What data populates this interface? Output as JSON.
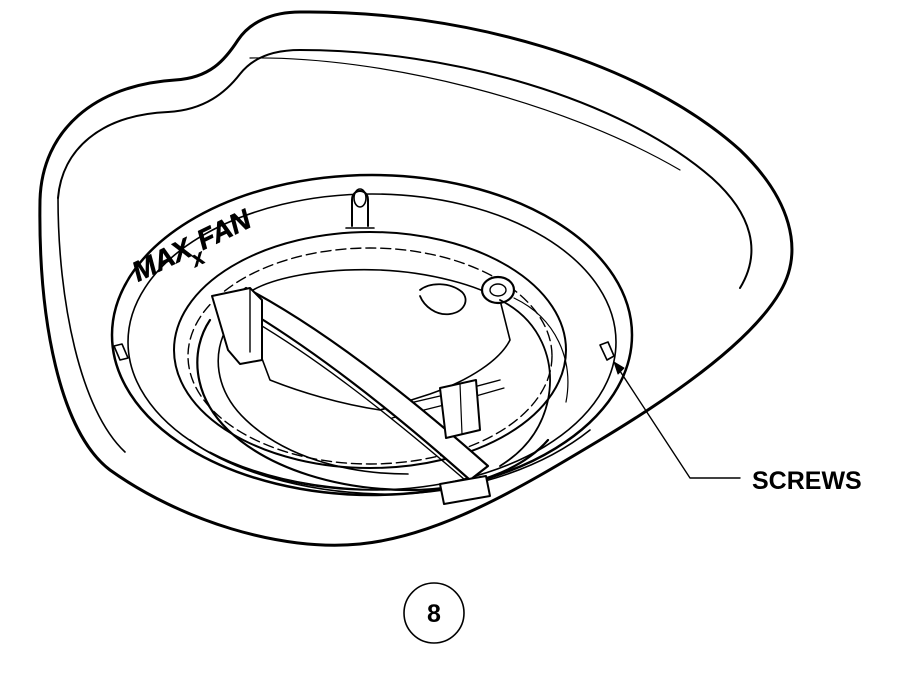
{
  "diagram": {
    "logo": {
      "left": "MAX",
      "middle": "x",
      "right": "FAN"
    },
    "callout": {
      "label": "SCREWS"
    },
    "step": {
      "number": "8"
    }
  }
}
